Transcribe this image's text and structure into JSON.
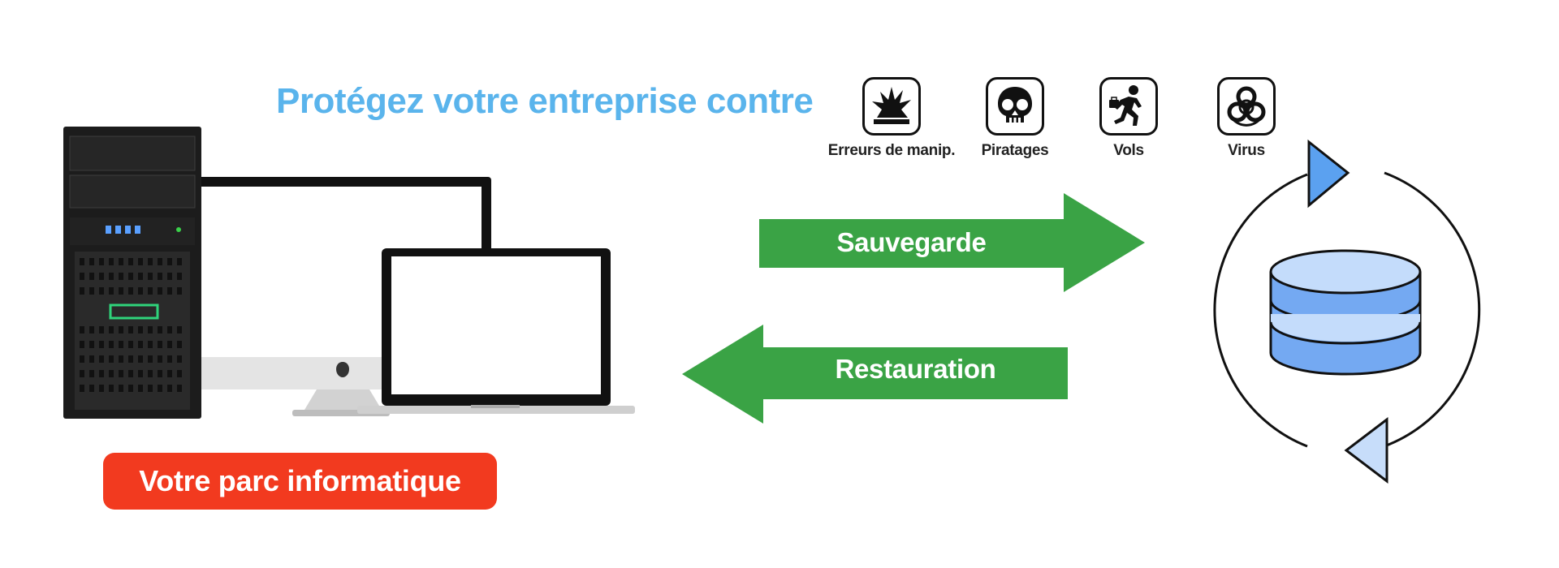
{
  "headline": "Protégez votre entreprise contre",
  "threats": [
    {
      "icon": "explosion-icon",
      "label": "Erreurs de manip."
    },
    {
      "icon": "skull-icon",
      "label": "Piratages"
    },
    {
      "icon": "thief-running-icon",
      "label": "Vols"
    },
    {
      "icon": "biohazard-icon",
      "label": "Virus"
    }
  ],
  "arrows": {
    "backup": "Sauvegarde",
    "restore": "Restauration"
  },
  "equipment_label": "Votre parc informatique",
  "colors": {
    "headline": "#5ab4ec",
    "arrow_green": "#3aa345",
    "pill_red": "#f23a1f",
    "db_blue": "#74a9f2",
    "db_light": "#c4dcfb",
    "cycle_dark": "#5ba1f0",
    "cycle_light": "#c7ddfa"
  }
}
